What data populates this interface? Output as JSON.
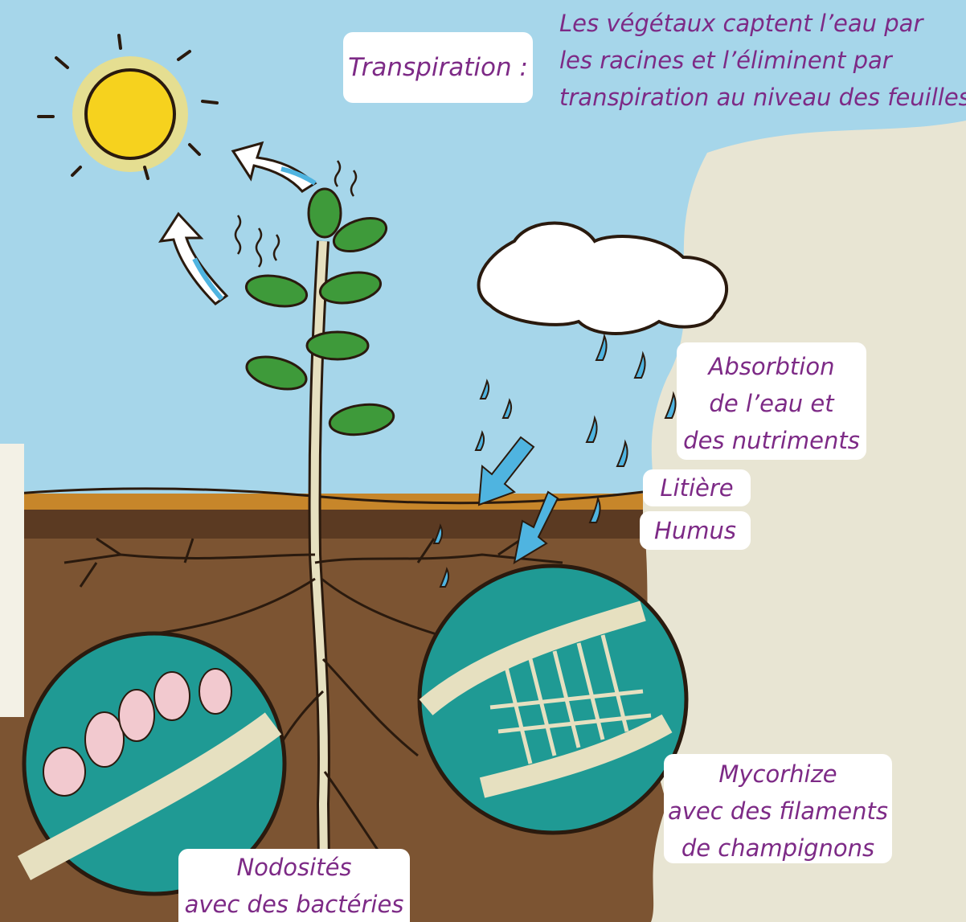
{
  "transpiration": {
    "label": "Transpiration :",
    "description": [
      "Les végétaux captent l’eau par",
      "les racines et l’éliminent par",
      "transpiration au niveau des feuilles."
    ]
  },
  "absorption": [
    "Absorbtion",
    "de l’eau et",
    "des nutriments"
  ],
  "litiere": "Litière",
  "humus": "Humus",
  "mycorhize": [
    "Mycorhize",
    "avec des filaments",
    "de champignons"
  ],
  "nodosites": [
    "Nodosités",
    "avec des bactéries"
  ],
  "colors": {
    "sky": "#a6d6ea",
    "soil": "#7c5432",
    "humus": "#5b3a22",
    "litter": "#c7862a",
    "paper": "#e7e4d2",
    "leaf": "#3e9a3a",
    "sun": "#f6d21e",
    "water_arrow": "#4fb4e0",
    "lens": "#1f9a94",
    "label_text": "#7d2a86"
  }
}
